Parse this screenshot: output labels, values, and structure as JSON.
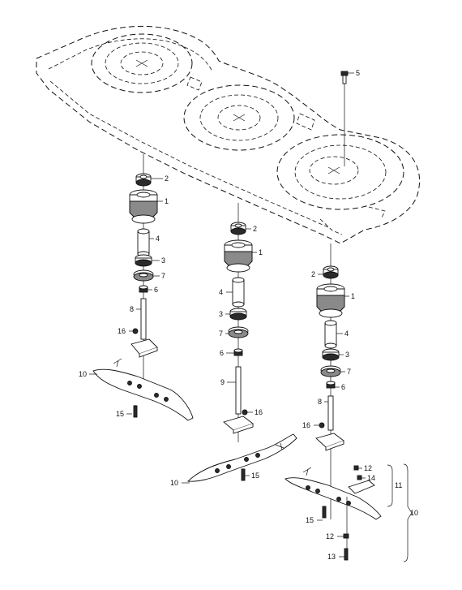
{
  "callouts": {
    "c1a": "1",
    "c2a": "2",
    "c3a": "3",
    "c4a": "4",
    "c6a": "6",
    "c7a": "7",
    "c8a": "8",
    "c10a": "10",
    "c15a": "15",
    "c16a": "16",
    "c1b": "1",
    "c2b": "2",
    "c3b": "3",
    "c4b": "4",
    "c6b": "6",
    "c7b": "7",
    "c9b": "9",
    "c10b": "10",
    "c15b": "15",
    "c16b": "16",
    "c1c": "1",
    "c2c": "2",
    "c3c": "3",
    "c4c": "4",
    "c5c": "5",
    "c6c": "6",
    "c7c": "7",
    "c8c": "8",
    "c10c": "10",
    "c11c": "11",
    "c12c": "12",
    "c12d": "12",
    "c13c": "13",
    "c14c": "14",
    "c15c": "15",
    "c16c": "16"
  }
}
